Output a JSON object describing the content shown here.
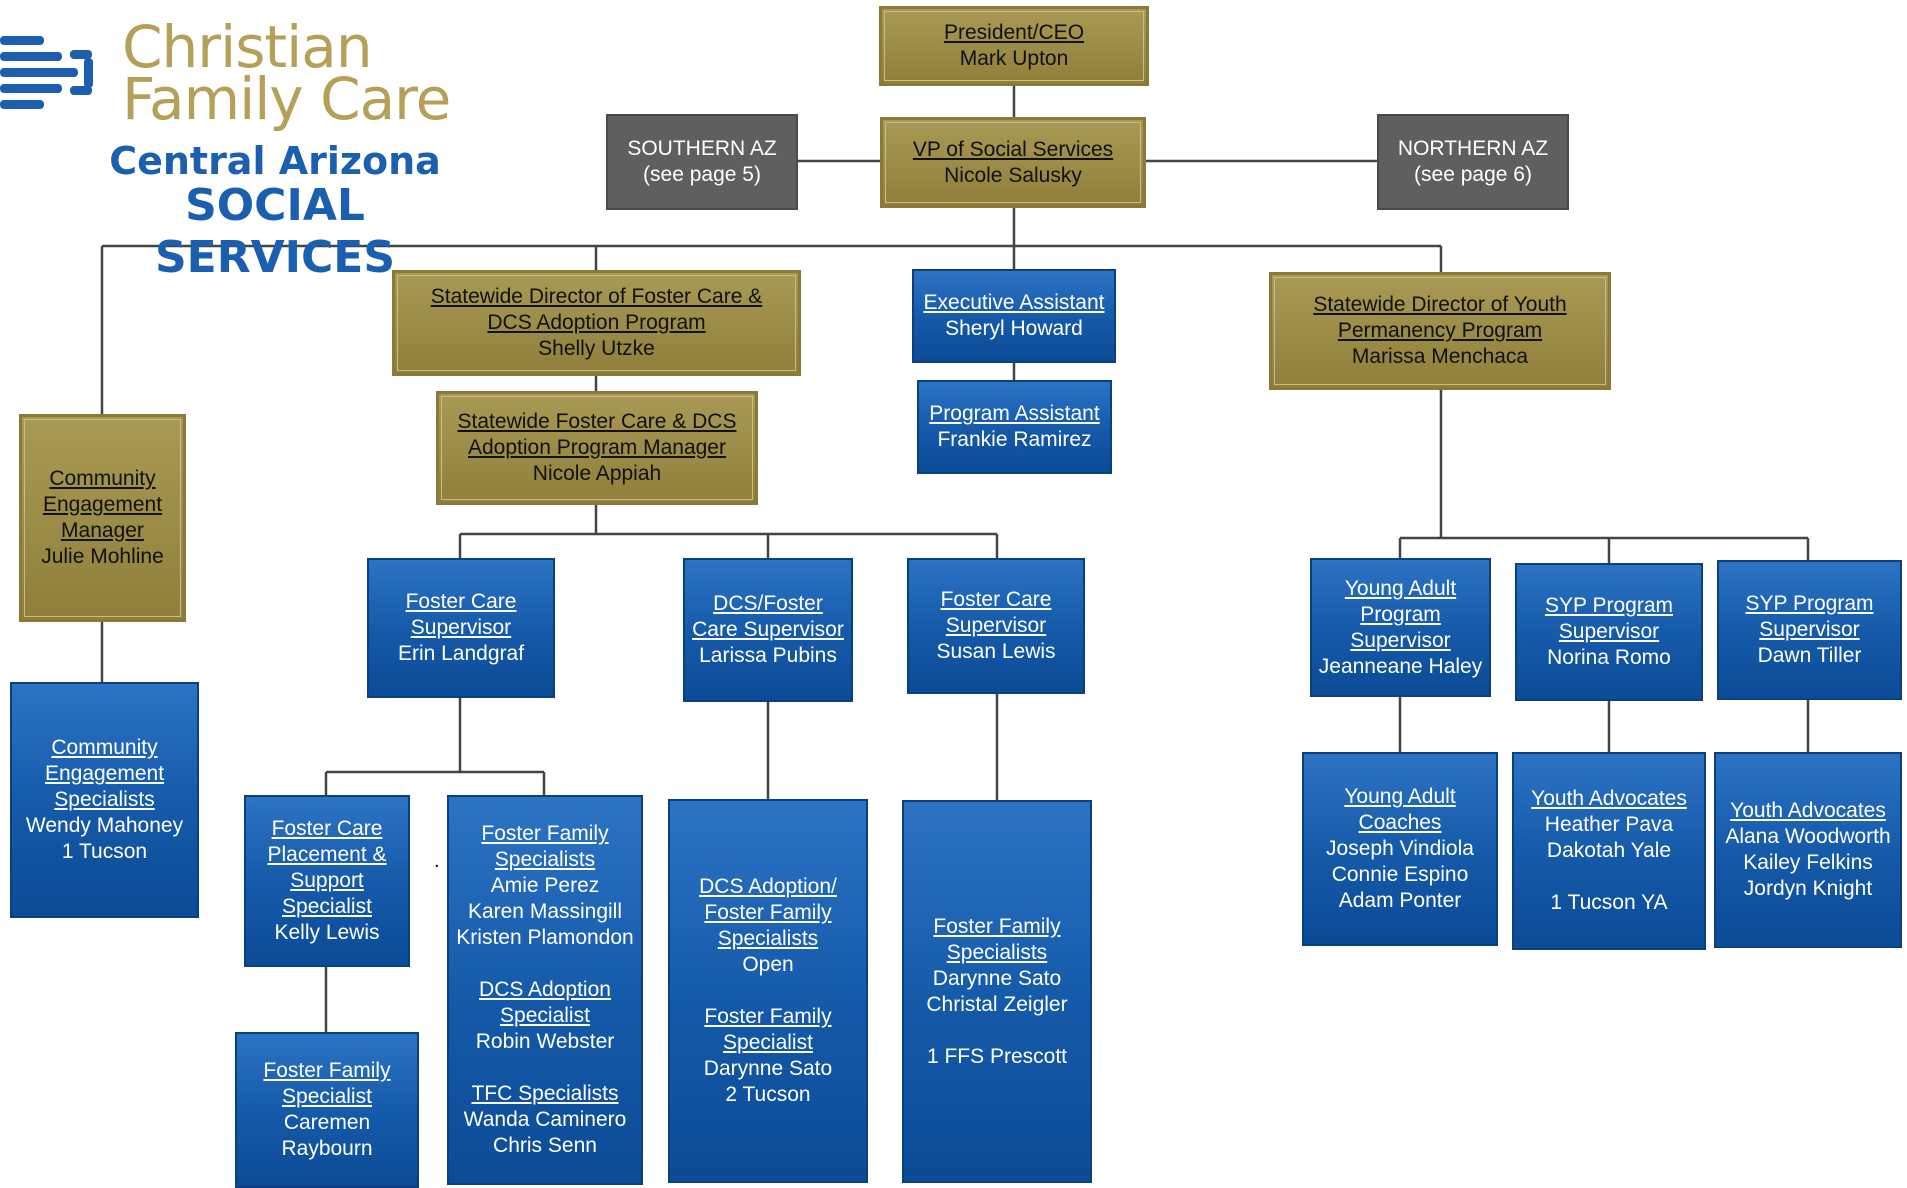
{
  "header": {
    "logo_line1": "Christian",
    "logo_line2": "Family Care",
    "region": "Central Arizona",
    "department": "SOCIAL SERVICES"
  },
  "colors": {
    "gold": "#9a8a45",
    "gray": "#5f5f5f",
    "blue": "#1459a8",
    "logo_gold": "#b5a05a",
    "logo_blue": "#1b5fae"
  },
  "nodes": {
    "ceo": {
      "title": "President/CEO",
      "names": [
        "Mark Upton"
      ]
    },
    "vp": {
      "title": "VP of Social Services",
      "names": [
        "Nicole Salusky"
      ]
    },
    "southern": {
      "names": [
        "SOUTHERN AZ",
        "(see page 5)"
      ]
    },
    "northern": {
      "names": [
        "NORTHERN AZ",
        "(see page 6)"
      ]
    },
    "foster_director": {
      "title": "Statewide Director of Foster Care & DCS Adoption Program",
      "title_lines": [
        "Statewide Director of Foster Care &",
        "DCS Adoption Program"
      ],
      "names": [
        "Shelly Utzke"
      ]
    },
    "foster_manager": {
      "title_lines": [
        "Statewide Foster Care & DCS",
        "Adoption Program Manager"
      ],
      "names": [
        "Nicole Appiah"
      ]
    },
    "exec_assistant": {
      "title": "Executive Assistant",
      "names": [
        "Sheryl Howard"
      ]
    },
    "program_assistant": {
      "title": "Program Assistant",
      "names": [
        "Frankie Ramirez"
      ]
    },
    "youth_director": {
      "title_lines": [
        "Statewide Director of Youth",
        "Permanency Program"
      ],
      "names": [
        "Marissa Menchaca"
      ]
    },
    "community_manager": {
      "title_lines": [
        "Community",
        "Engagement",
        "Manager"
      ],
      "names": [
        "Julie Mohline"
      ]
    },
    "community_specialists": {
      "title_lines": [
        "Community",
        "Engagement",
        "Specialists"
      ],
      "names": [
        "Wendy Mahoney",
        "1 Tucson"
      ]
    },
    "fc_supervisor_erin": {
      "title_lines": [
        "Foster Care",
        "Supervisor"
      ],
      "names": [
        "Erin Landgraf"
      ]
    },
    "dcs_supervisor_larissa": {
      "title_lines": [
        "DCS/Foster",
        "Care Supervisor"
      ],
      "names": [
        "Larissa Pubins"
      ]
    },
    "fc_supervisor_susan": {
      "title_lines": [
        "Foster Care",
        "Supervisor"
      ],
      "names": [
        "Susan Lewis"
      ]
    },
    "placement_specialist": {
      "title_lines": [
        "Foster Care",
        "Placement &",
        "Support",
        "Specialist"
      ],
      "names": [
        "Kelly Lewis"
      ]
    },
    "ffs_erin_group": {
      "groups": [
        {
          "title_lines": [
            "Foster Family",
            "Specialists"
          ],
          "names": [
            "Amie Perez",
            "Karen Massingill",
            "Kristen Plamondon"
          ]
        },
        {
          "title_lines": [
            "DCS Adoption",
            "Specialist"
          ],
          "names": [
            "Robin Webster"
          ]
        },
        {
          "title_lines": [
            "TFC Specialists"
          ],
          "names": [
            "Wanda Caminero",
            "Chris Senn"
          ]
        }
      ]
    },
    "ffs_caremen": {
      "title_lines": [
        "Foster Family",
        "Specialist"
      ],
      "names": [
        "Caremen",
        "Raybourn"
      ]
    },
    "dcs_adoption_group": {
      "groups": [
        {
          "title_lines": [
            "DCS Adoption/",
            "Foster Family",
            "Specialists"
          ],
          "names": [
            "Open"
          ]
        },
        {
          "title_lines": [
            "Foster Family",
            "Specialist"
          ],
          "names": [
            "Darynne Sato",
            "2 Tucson"
          ]
        }
      ]
    },
    "ffs_susan": {
      "title_lines": [
        "Foster Family",
        "Specialists"
      ],
      "names": [
        "Darynne Sato",
        "Christal Zeigler"
      ],
      "extra": "1 FFS Prescott"
    },
    "ya_supervisor": {
      "title_lines": [
        "Young Adult",
        "Program",
        "Supervisor"
      ],
      "names": [
        "Jeanneane Haley"
      ]
    },
    "syp_supervisor_norina": {
      "title_lines": [
        "SYP Program",
        "Supervisor"
      ],
      "names": [
        "Norina Romo"
      ]
    },
    "syp_supervisor_dawn": {
      "title_lines": [
        "SYP Program",
        "Supervisor"
      ],
      "names": [
        "Dawn Tiller"
      ]
    },
    "ya_coaches": {
      "title_lines": [
        "Young Adult",
        "Coaches"
      ],
      "names": [
        "Joseph Vindiola",
        "Connie Espino",
        "Adam Ponter"
      ]
    },
    "youth_advocates_norina": {
      "title_lines": [
        "Youth Advocates"
      ],
      "names": [
        "Heather Pava",
        "Dakotah Yale"
      ],
      "extra": "1 Tucson YA"
    },
    "youth_advocates_dawn": {
      "title_lines": [
        "Youth Advocates"
      ],
      "names": [
        "Alana Woodworth",
        "Kailey Felkins",
        "Jordyn Knight"
      ]
    }
  }
}
